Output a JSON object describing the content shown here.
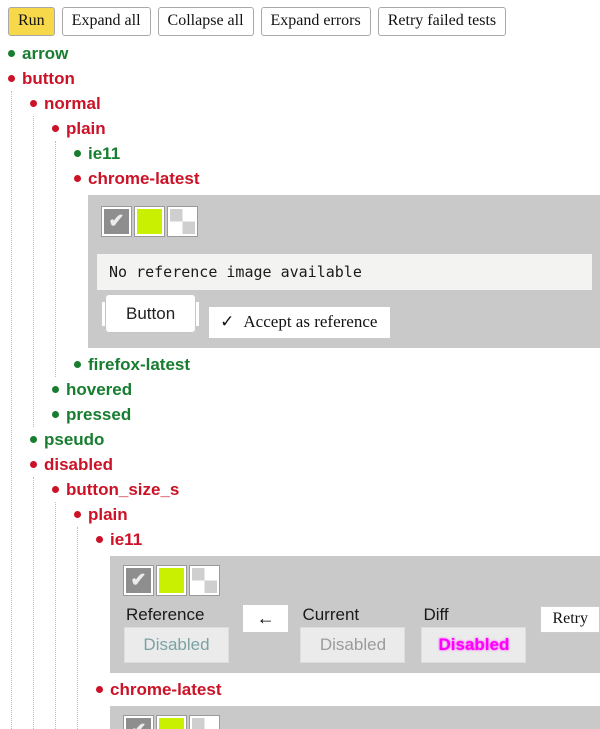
{
  "toolbar": {
    "buttons": [
      "Run",
      "Expand all",
      "Collapse all",
      "Expand errors",
      "Retry failed tests"
    ]
  },
  "glyphs": {
    "check": "✔",
    "accept_check": "✓",
    "arrow_left": "←"
  },
  "tree": {
    "nodes": [
      {
        "label": "arrow",
        "status": "passed"
      },
      {
        "label": "button",
        "status": "failed"
      },
      {
        "label": "normal",
        "status": "failed"
      },
      {
        "label": "plain",
        "status": "failed"
      },
      {
        "label": "ie11",
        "status": "passed"
      },
      {
        "label": "chrome-latest",
        "status": "failed"
      },
      {
        "label": "firefox-latest",
        "status": "passed"
      },
      {
        "label": "hovered",
        "status": "passed"
      },
      {
        "label": "pressed",
        "status": "passed"
      },
      {
        "label": "pseudo",
        "status": "passed"
      },
      {
        "label": "disabled",
        "status": "failed"
      },
      {
        "label": "button_size_s",
        "status": "failed"
      },
      {
        "label": "plain",
        "status": "failed"
      },
      {
        "label": "ie11",
        "status": "failed"
      },
      {
        "label": "chrome-latest",
        "status": "failed"
      }
    ]
  },
  "panels": {
    "no_reference": {
      "message": "No reference image available",
      "screenshot_text": "Button",
      "accept_label": "Accept as reference"
    },
    "diff": {
      "reference": {
        "label": "Reference",
        "value": "Disabled"
      },
      "current": {
        "label": "Current",
        "value": "Disabled"
      },
      "diff": {
        "label": "Diff",
        "value": "Disabled"
      },
      "retry_label": "Retry"
    }
  },
  "colors": {
    "pass_green": "#177d2f",
    "fail_red": "#cb1227",
    "panel_gray": "#c9c9c9",
    "run_button_yellow": "#f8d84b",
    "swatch_yellow_green": "#c8f000",
    "reference_text": "#7ba2a2",
    "current_text": "#9b9b9b",
    "diff_text": "#ff00ff"
  }
}
